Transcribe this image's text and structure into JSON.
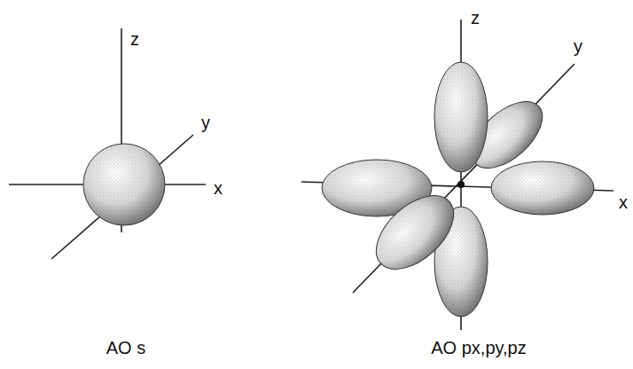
{
  "diagram": {
    "labels": [
      "z",
      "y",
      "x",
      "AO s",
      "z",
      "y",
      "x",
      "AO px,py,pz"
    ]
  }
}
